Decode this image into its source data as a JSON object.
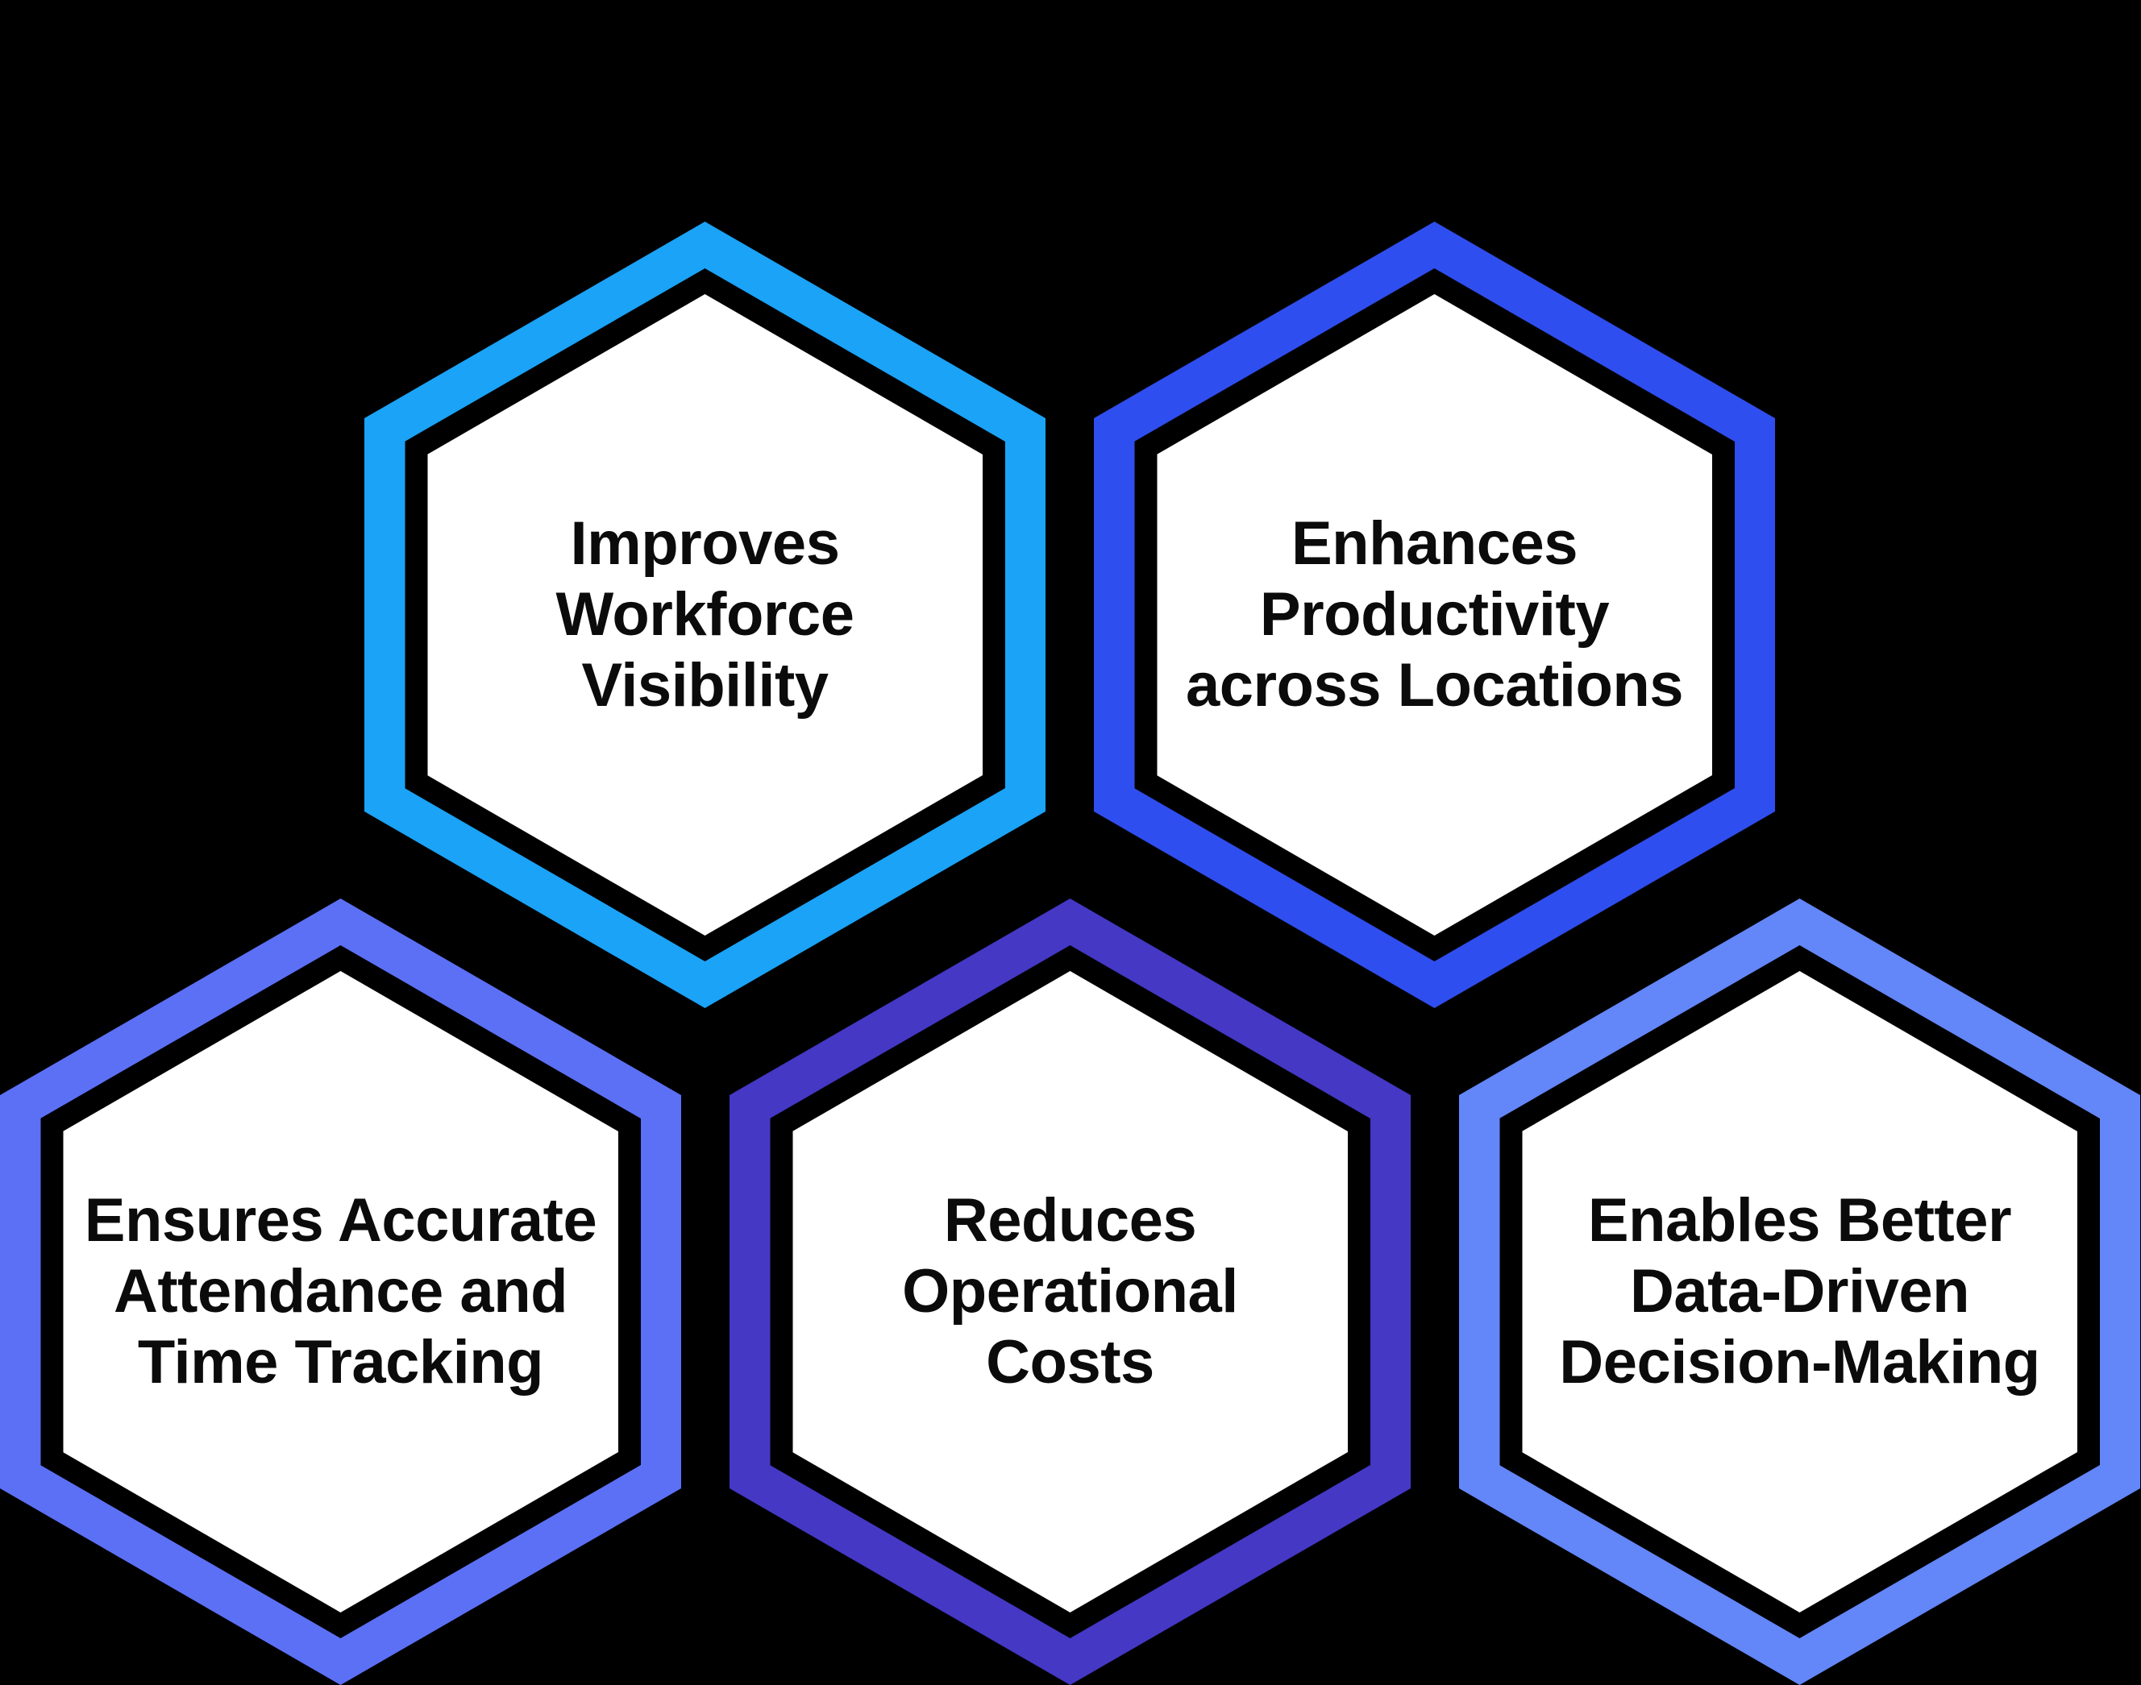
{
  "diagram": {
    "background_color": "#000000",
    "text_color": "#0B0B0B",
    "hexagon_inner_fill": "#FFFFFF",
    "items": [
      {
        "id": "improves-workforce-visibility",
        "label": "Improves\nWorkforce\nVisibility",
        "border_color": "#1AA3F7"
      },
      {
        "id": "enhances-productivity-across-locations",
        "label": "Enhances\nProductivity\nacross Locations",
        "border_color": "#2F4EEF"
      },
      {
        "id": "ensures-accurate-attendance-time-tracking",
        "label": "Ensures Accurate\nAttendance and\nTime Tracking",
        "border_color": "#5C70F6"
      },
      {
        "id": "reduces-operational-costs",
        "label": "Reduces\nOperational\nCosts",
        "border_color": "#4438C5"
      },
      {
        "id": "enables-better-data-driven-decision-making",
        "label": "Enables Better\nData-Driven\nDecision-Making",
        "border_color": "#6386F8"
      }
    ]
  }
}
